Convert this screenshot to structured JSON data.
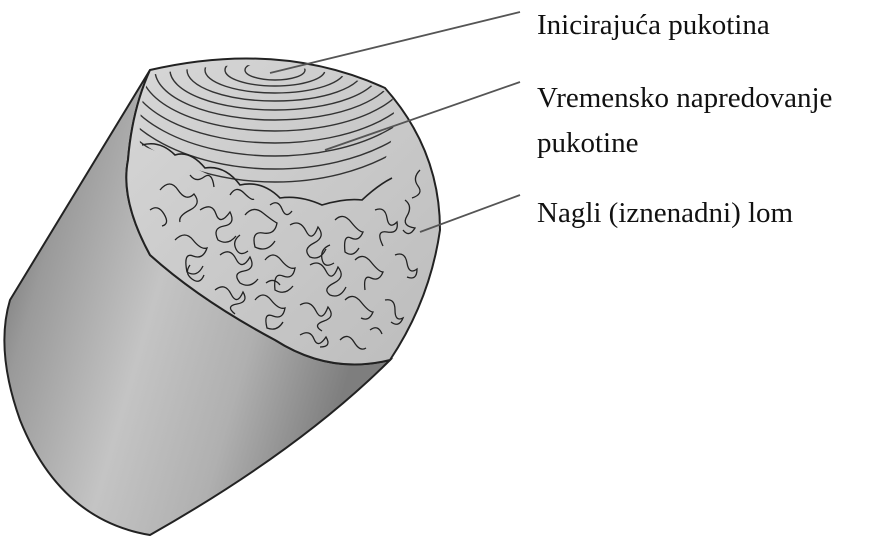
{
  "labels": {
    "initial_crack": "Inicirajuća pukotina",
    "crack_progress_line1": "Vremensko napredovanje",
    "crack_progress_line2": "pukotine",
    "sudden_fracture": "Nagli (iznenadni) lom"
  },
  "colors": {
    "leader_line": "#555555",
    "outline": "#222222",
    "beach_marks": "#333333",
    "fracture_fill": "#c9c9c9"
  }
}
